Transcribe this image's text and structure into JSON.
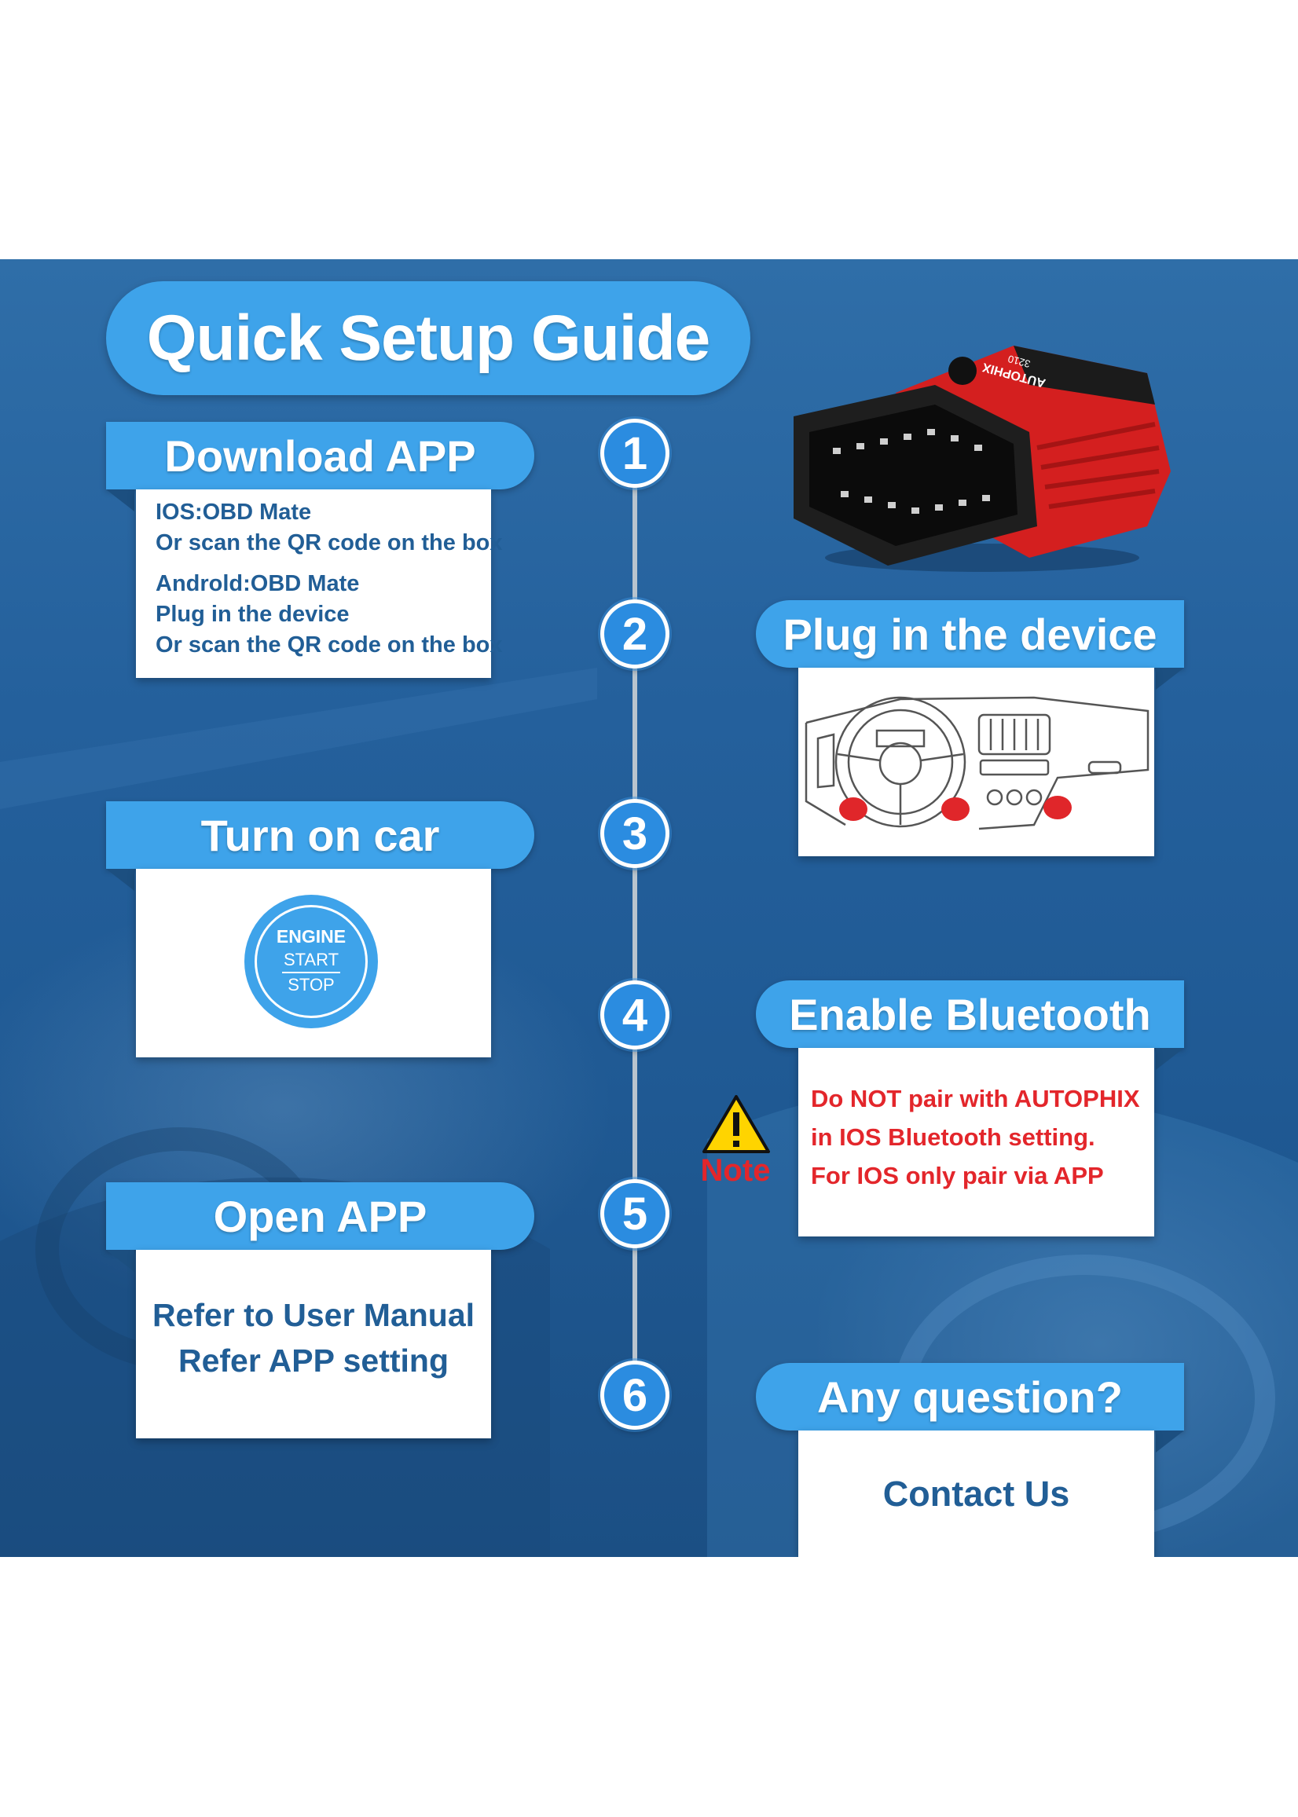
{
  "title": "Quick Setup Guide",
  "steps": [
    {
      "number": "1",
      "header": "Download APP"
    },
    {
      "number": "2",
      "header": "Plug in the device"
    },
    {
      "number": "3",
      "header": "Turn on car"
    },
    {
      "number": "4",
      "header": "Enable Bluetooth"
    },
    {
      "number": "5",
      "header": "Open APP"
    },
    {
      "number": "6",
      "header": "Any question?"
    }
  ],
  "download": {
    "ios_line1": "IOS:OBD Mate",
    "ios_line2": "Or scan the QR code on the box",
    "android_line1": "Androld:OBD Mate",
    "android_line2": "Plug in the device",
    "android_line3": "Or scan the QR code on the box"
  },
  "engine_button": {
    "line1": "ENGINE",
    "line2": "START",
    "line3": "STOP"
  },
  "device_label": {
    "brand": "AUTOPHIX",
    "model": "3210"
  },
  "bluetooth": {
    "note_label": "Note",
    "warning_line1": "Do NOT pair with AUTOPHIX",
    "warning_line2": "in IOS Bluetooth setting.",
    "warning_line3": "For IOS only pair via APP"
  },
  "open_app": {
    "line1": "Refer to User Manual",
    "line2": "Refer APP setting"
  },
  "contact": {
    "label": "Contact Us"
  },
  "colors": {
    "accent_blue": "#3ea3ea",
    "background_blue": "#245f9a",
    "text_blue": "#215e96",
    "warning_red": "#e3262b",
    "warning_yellow": "#ffd400"
  }
}
